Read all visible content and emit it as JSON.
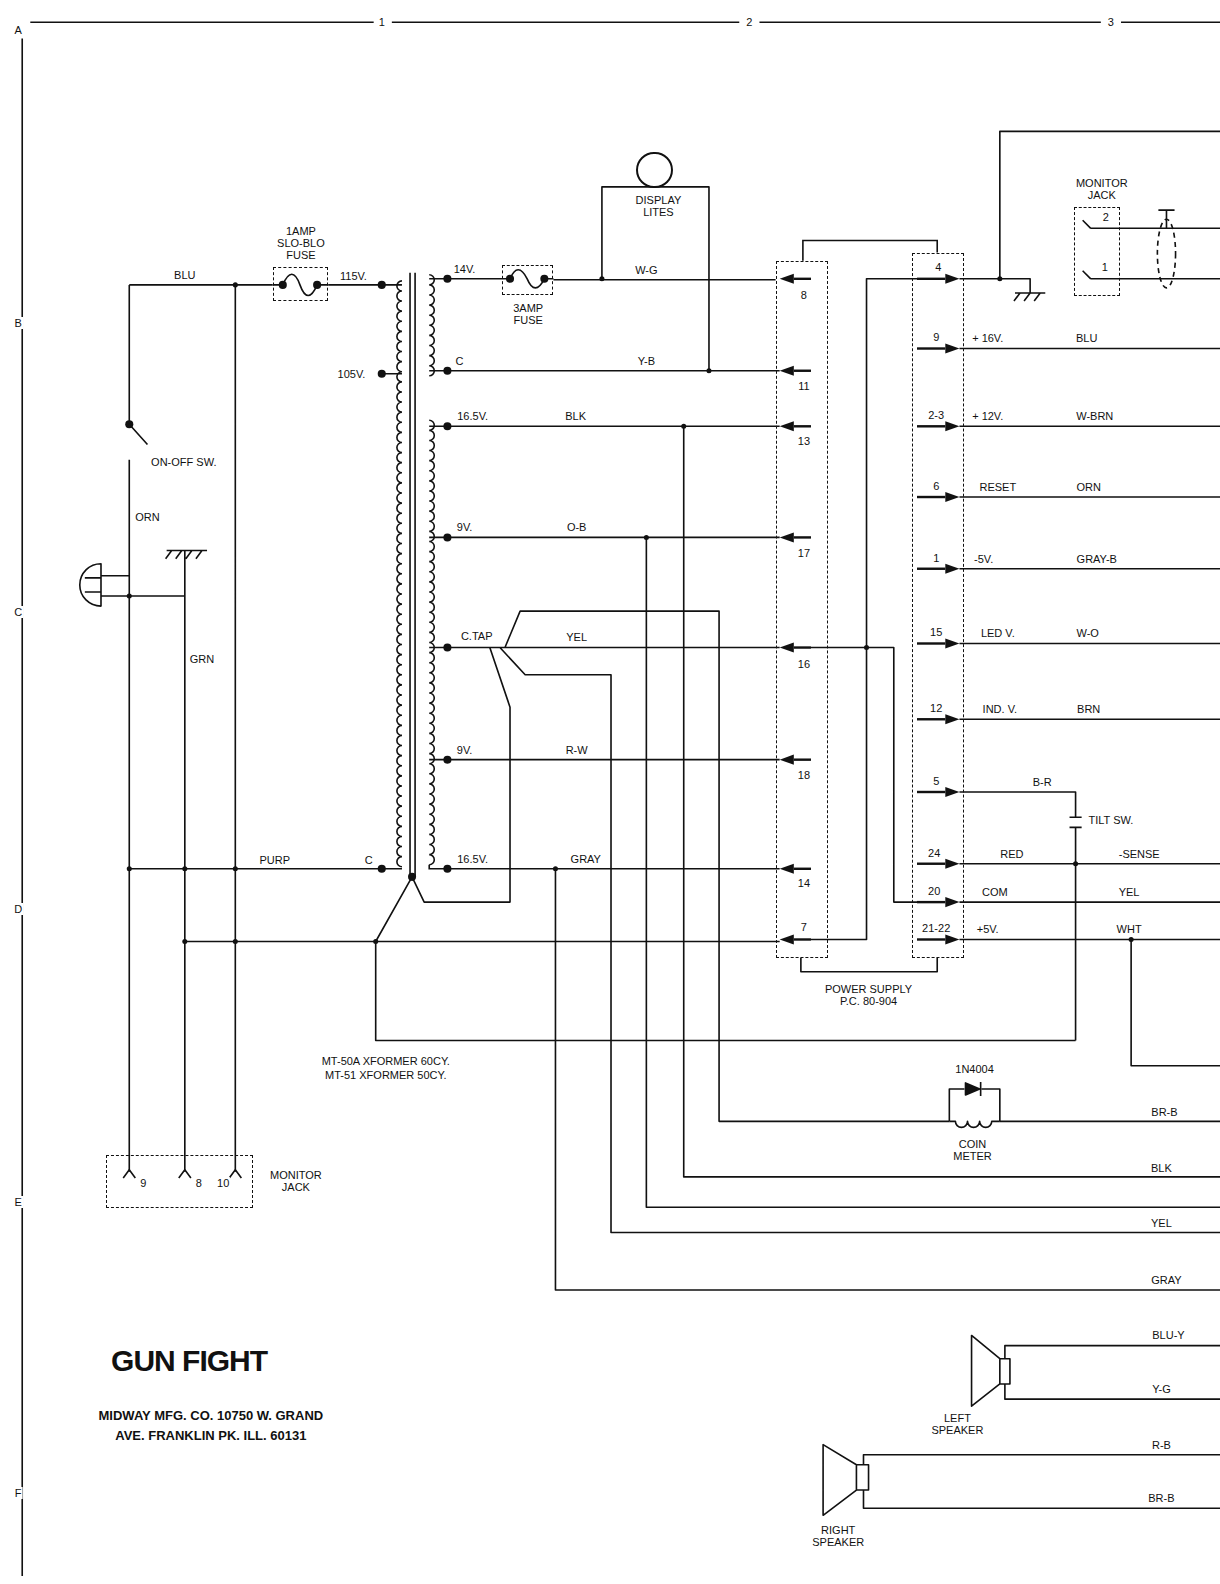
{
  "diagram": {
    "title": "GUN FIGHT",
    "caption": "MIDWAY MFG. CO. 10750 W. GRAND AVE. FRANKLIN PK. ILL. 60131",
    "nodes": [
      {
        "text": [
          "DISPLAY LITES"
        ]
      },
      {
        "text": [
          "MONITOR JACK",
          "2",
          "1"
        ]
      },
      {
        "text": [
          "1AMP SLO-BLO FUSE"
        ]
      },
      {
        "text": [
          "3AMP FUSE"
        ]
      },
      {
        "text": [
          "8",
          "11",
          "13",
          "17",
          "16",
          "18",
          "14",
          "7"
        ]
      },
      {
        "text": [
          "4",
          "9",
          "2-3",
          "6",
          "1",
          "15",
          "12",
          "5",
          "24",
          "20",
          "21-22"
        ]
      },
      {
        "text": [
          "MONITOR JACK",
          "9",
          "8",
          "10"
        ]
      }
    ],
    "edges": [
      {
        "from": 3,
        "to": 4,
        "label": "W-G",
        "arrow": "none"
      },
      {
        "from": 4,
        "to": 5,
        "arrow": "none"
      }
    ],
    "labels": [
      "A",
      "1",
      "2",
      "3",
      "B",
      "C",
      "D",
      "E",
      "F",
      "BLU",
      "115V.",
      "105V.",
      "ON-OFF SW.",
      "ORN",
      "GRN",
      "PURP",
      "C",
      "14V.",
      "C",
      "16.5V.",
      "9V.",
      "C.TAP",
      "9V.",
      "16.5V.",
      "Y-B",
      "BLK",
      "O-B",
      "YEL",
      "R-W",
      "GRAY",
      "+ 16V.",
      "BLU",
      "+ 12V.",
      "W-BRN",
      "RESET",
      "ORN",
      "-5V.",
      "GRAY-B",
      "LED V.",
      "W-O",
      "IND. V.",
      "BRN",
      "B-R",
      "TILT SW.",
      "RED",
      "-SENSE",
      "COM",
      "YEL",
      "+5V.",
      "WHT",
      "POWER SUPPLY P.C. 80-904",
      "MT-50A XFORMER 60CY.",
      "MT-51 XFORMER 50CY.",
      "1N4004",
      "COIN METER",
      "BR-B",
      "BLK",
      "YEL",
      "GRAY",
      "BLU-Y",
      "Y-G",
      "LEFT SPEAKER",
      "R-B",
      "BR-B",
      "RIGHT SPEAKER"
    ]
  }
}
